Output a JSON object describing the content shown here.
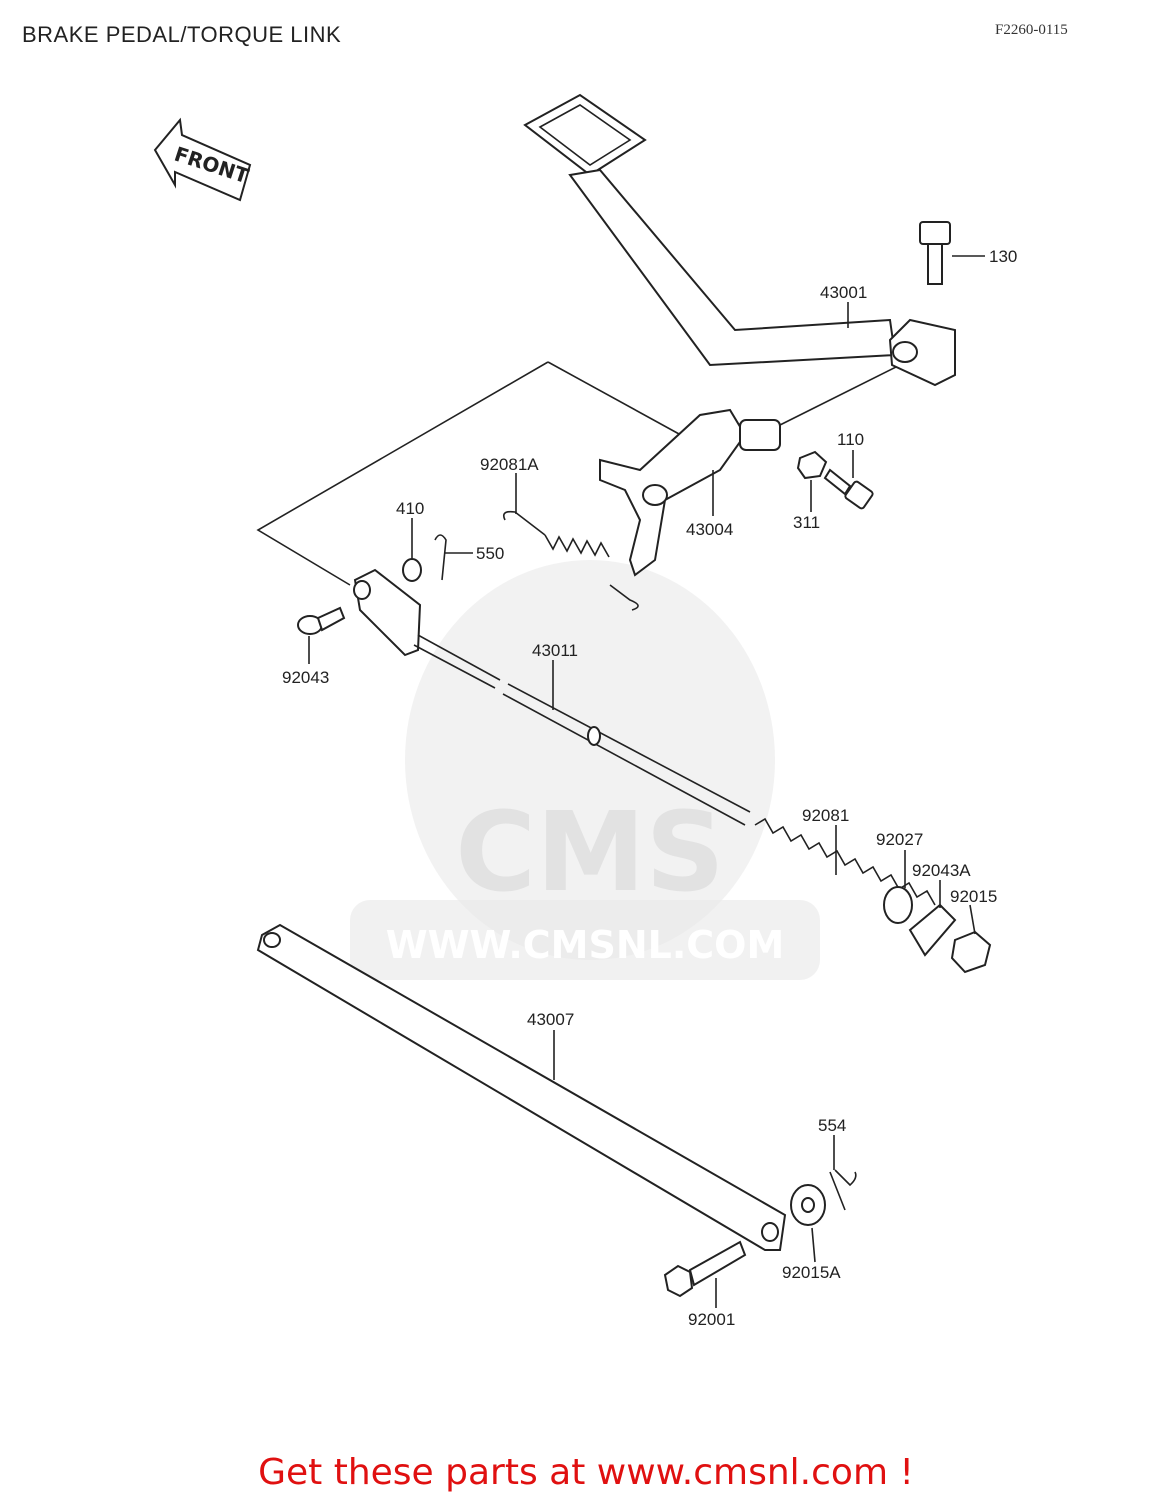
{
  "header": {
    "title": "BRAKE PEDAL/TORQUE LINK",
    "diagram_code": "F2260-0115"
  },
  "front_arrow": {
    "label": "FRONT"
  },
  "watermark": {
    "logo": "CMS",
    "url": "WWW.CMSNL.COM"
  },
  "parts": {
    "p130": "130",
    "p43001": "43001",
    "p110": "110",
    "p92081A": "92081A",
    "p410": "410",
    "p550": "550",
    "p43004": "43004",
    "p311": "311",
    "p92043": "92043",
    "p43011": "43011",
    "p92081": "92081",
    "p92027": "92027",
    "p92043A": "92043A",
    "p92015": "92015",
    "p43007": "43007",
    "p554": "554",
    "p92015A": "92015A",
    "p92001": "92001"
  },
  "footer": {
    "cta": "Get these parts at www.cmsnl.com !"
  }
}
